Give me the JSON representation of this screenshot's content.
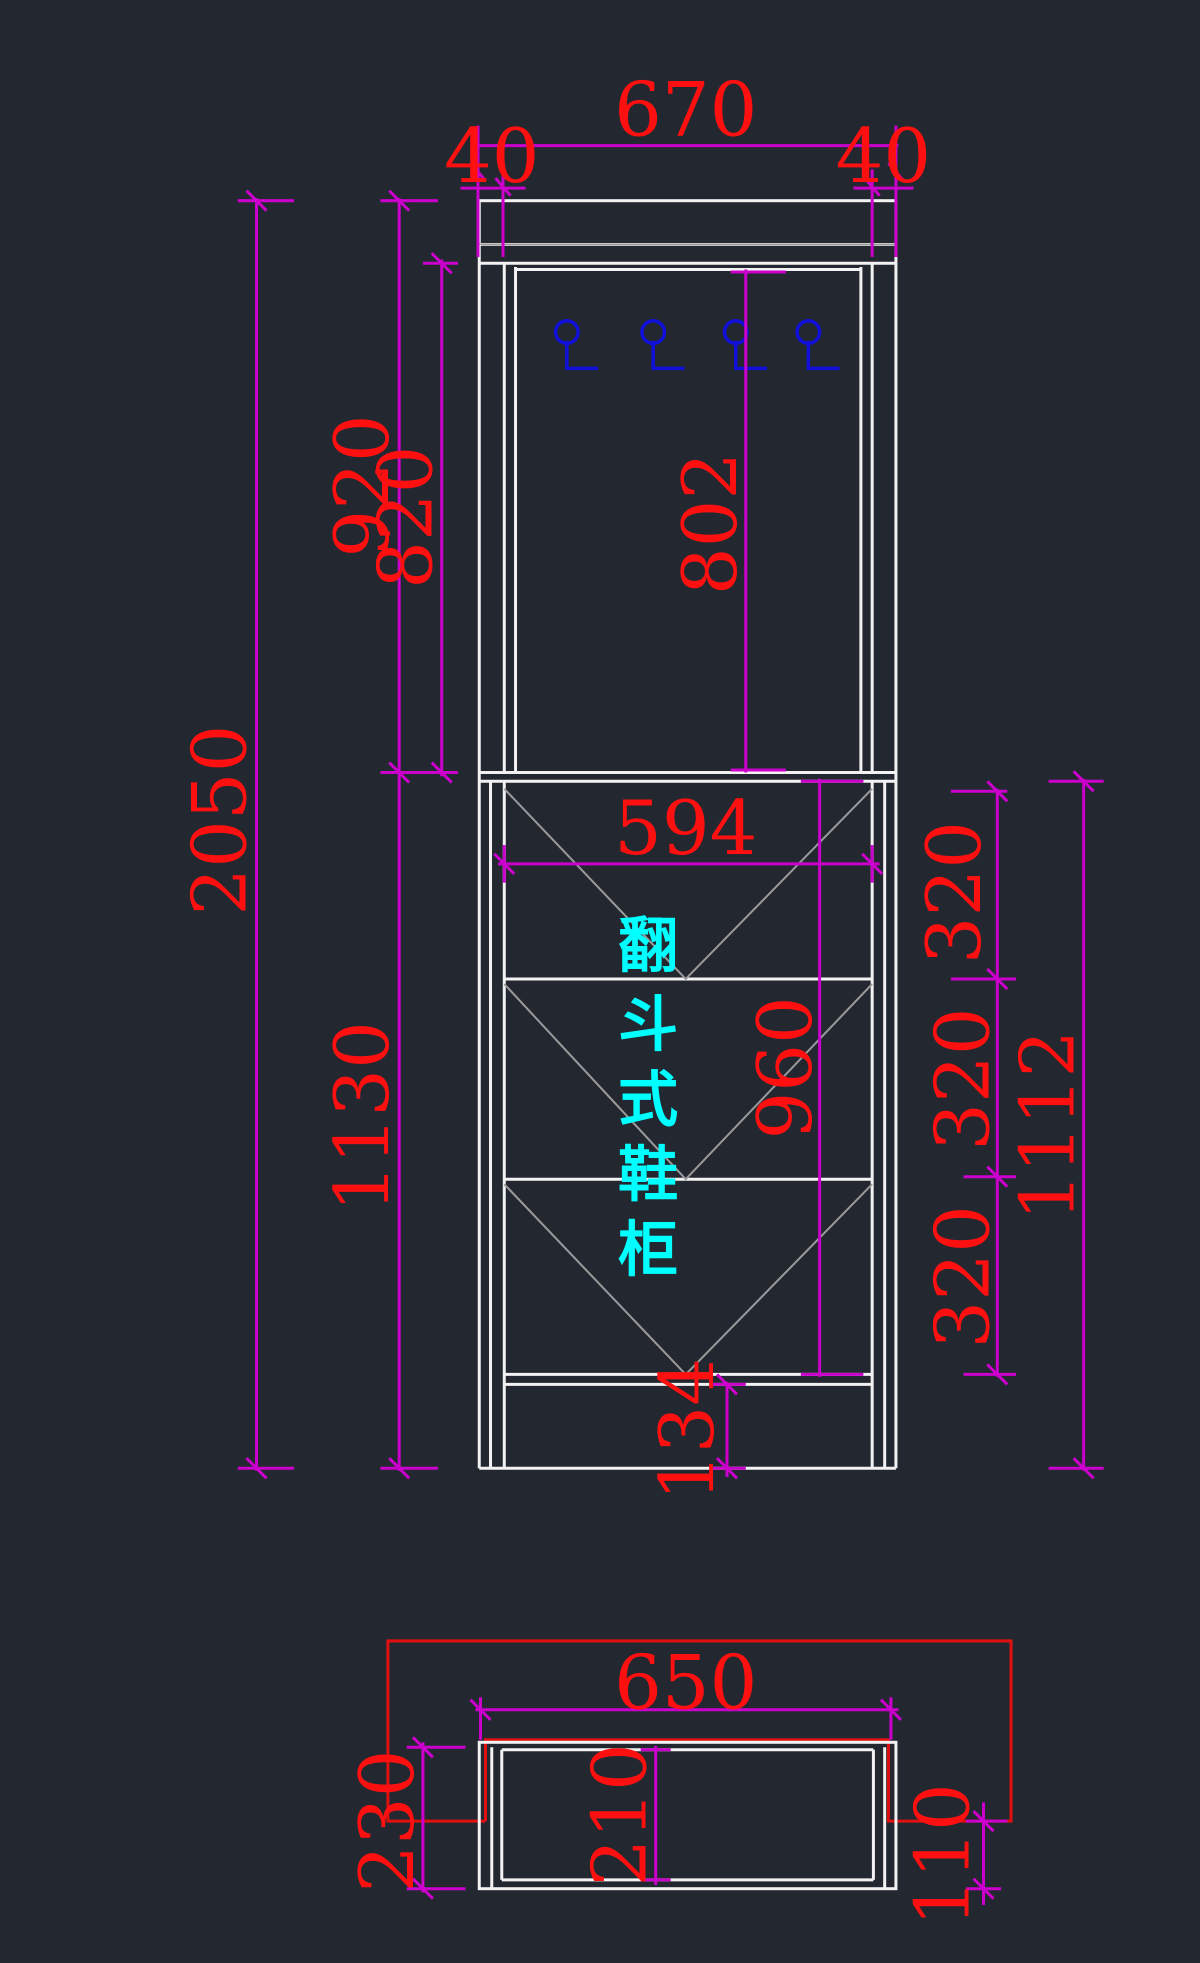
{
  "dimensions": {
    "top_width": "670",
    "left_margin": "40",
    "right_margin": "40",
    "total_height": "2050",
    "upper_920": "920",
    "upper_820": "820",
    "inner_802": "802",
    "lower_1130": "1130",
    "inner_width": "594",
    "lower_inner_960": "960",
    "shelf_1": "320",
    "shelf_2": "320",
    "shelf_3": "320",
    "lower_1112": "1112",
    "base_134": "134",
    "plan_width": "650",
    "plan_230": "230",
    "plan_210": "210",
    "plan_110": "110"
  },
  "label_chars": [
    "翻",
    "斗",
    "式",
    "鞋",
    "柜"
  ],
  "colors": {
    "background": "#232830",
    "outline": "#f2f2f2",
    "dimension_line": "#cc00cc",
    "dimension_text": "#ff1010",
    "label_text": "#00ffff",
    "hooks": "#1010d8",
    "plan_outline": "#e01010"
  }
}
